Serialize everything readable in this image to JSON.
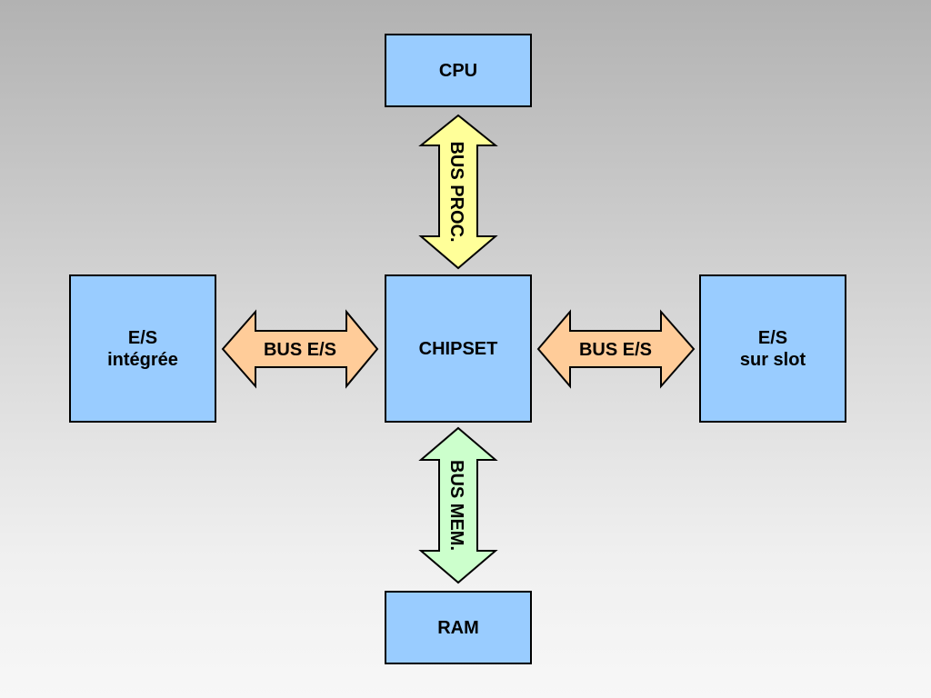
{
  "boxes": {
    "cpu": "CPU",
    "chipset": "CHIPSET",
    "ram": "RAM",
    "es_left": {
      "line1": "E/S",
      "line2": "intégrée"
    },
    "es_right": {
      "line1": "E/S",
      "line2": "sur slot"
    }
  },
  "buses": {
    "proc": {
      "label": "BUS PROC.",
      "color": "#ffff99"
    },
    "mem": {
      "label": "BUS MEM.",
      "color": "#ccffcc"
    },
    "es_left": {
      "label": "BUS E/S",
      "color": "#ffcc99"
    },
    "es_right": {
      "label": "BUS E/S",
      "color": "#ffcc99"
    }
  },
  "colors": {
    "box_fill": "#99ccff",
    "border": "#000000"
  }
}
